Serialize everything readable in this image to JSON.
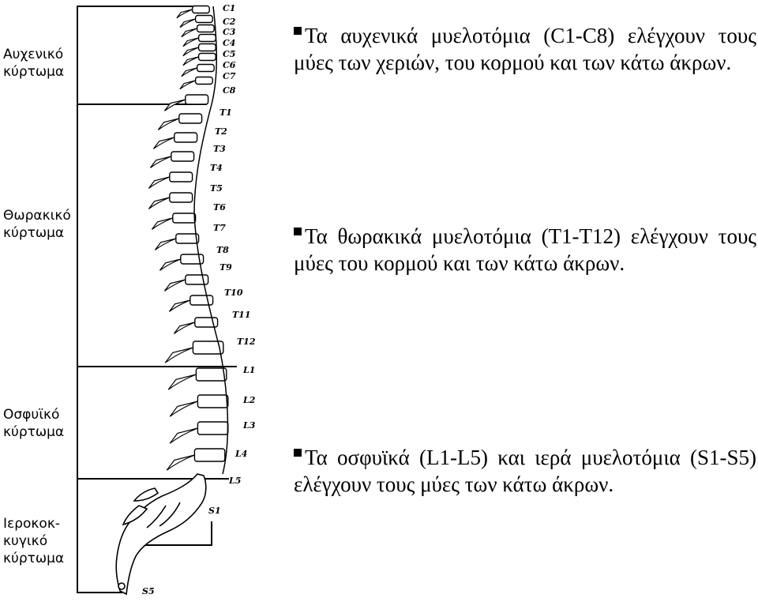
{
  "region_labels": [
    {
      "line1": "Αυχενικό",
      "line2": "κύρτωμα"
    },
    {
      "line1": "Θωρακικό",
      "line2": "κύρτωμα"
    },
    {
      "line1": "Οσφυϊκό",
      "line2": "κύρτωμα"
    },
    {
      "line1": "Ιεροκοκ-",
      "line2": "κυγικό",
      "line3": "κύρτωμα"
    }
  ],
  "vertebra_labels": [
    "C1",
    "C2",
    "C3",
    "C4",
    "C5",
    "C6",
    "C7",
    "C8",
    "T1",
    "T2",
    "T3",
    "T4",
    "T5",
    "T6",
    "T7",
    "T8",
    "T9",
    "T10",
    "T11",
    "T12",
    "L1",
    "L2",
    "L3",
    "L4",
    "L5",
    "S1",
    "S5"
  ],
  "bullets": [
    {
      "text": "Τα αυχενικά μυελοτόμια (C1-C8) ελέγχουν τους μύες των χεριών, του κορμού και των κάτω άκρων."
    },
    {
      "text": "Τα θωρακικά μυελοτόμια (T1-T12) ελέγχουν τους μύες του κορμού και των κάτω άκρων."
    },
    {
      "text": "Τα οσφυϊκά (L1-L5) και ιερά μυελοτόμια (S1-S5) ελέγχουν τους μύες των κάτω άκρων."
    }
  ]
}
